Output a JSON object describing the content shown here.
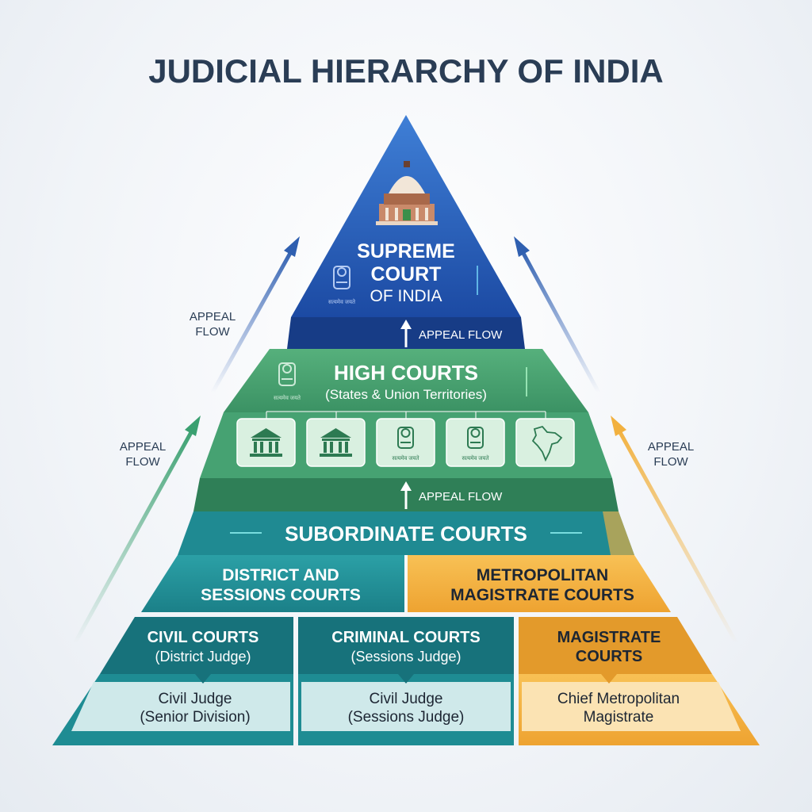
{
  "title": "JUDICIAL HIERARCHY OF INDIA",
  "supreme_court": {
    "name_line1": "SUPREME",
    "name_line2": "COURT",
    "name_line3": "OF INDIA",
    "emblem_caption": "सत्यमेव जयते"
  },
  "appeal_flow_label": "APPEAL FLOW",
  "side_appeal": {
    "line1": "APPEAL",
    "line2": "FLOW"
  },
  "high_courts": {
    "title": "HIGH COURTS",
    "subtitle": "(States & Union Territories)",
    "emblem_caption": "सत्यमेव जयते",
    "tiles": [
      {
        "icon": "courthouse-icon"
      },
      {
        "icon": "courthouse-icon"
      },
      {
        "icon": "emblem-icon",
        "caption": "सत्यमेव जयते"
      },
      {
        "icon": "emblem-icon",
        "caption": "सत्यमेव जयते"
      },
      {
        "icon": "india-map-icon"
      }
    ]
  },
  "subordinate": {
    "title": "SUBORDINATE COURTS",
    "district": {
      "line1": "DISTRICT AND",
      "line2": "SESSIONS COURTS"
    },
    "metropolitan": {
      "line1": "METROPOLITAN",
      "line2": "MAGISTRATE COURTS"
    }
  },
  "bottom_columns": [
    {
      "head1": "CIVIL COURTS",
      "head2": "(District Judge)",
      "body1": "Civil Judge",
      "body2": "(Senior Division)"
    },
    {
      "head1": "CRIMINAL COURTS",
      "head2": "(Sessions Judge)",
      "body1": "Civil Judge",
      "body2": "(Sessions Judge)"
    },
    {
      "head1": "MAGISTRATE",
      "head2": "COURTS",
      "body1": "Chief Metropolitan",
      "body2": "Magistrate"
    }
  ],
  "colors": {
    "title": "#2a3d55",
    "supreme": "#1f4ea8",
    "supreme_dark": "#173c86",
    "high": "#3f9b68",
    "high_dark": "#2f7c53",
    "teal": "#1e8c93",
    "teal_dark": "#17707a",
    "orange": "#f2b13f",
    "orange_dark": "#e59a2a",
    "light_teal": "#cfe9ea",
    "light_orange": "#fbe3b3"
  }
}
